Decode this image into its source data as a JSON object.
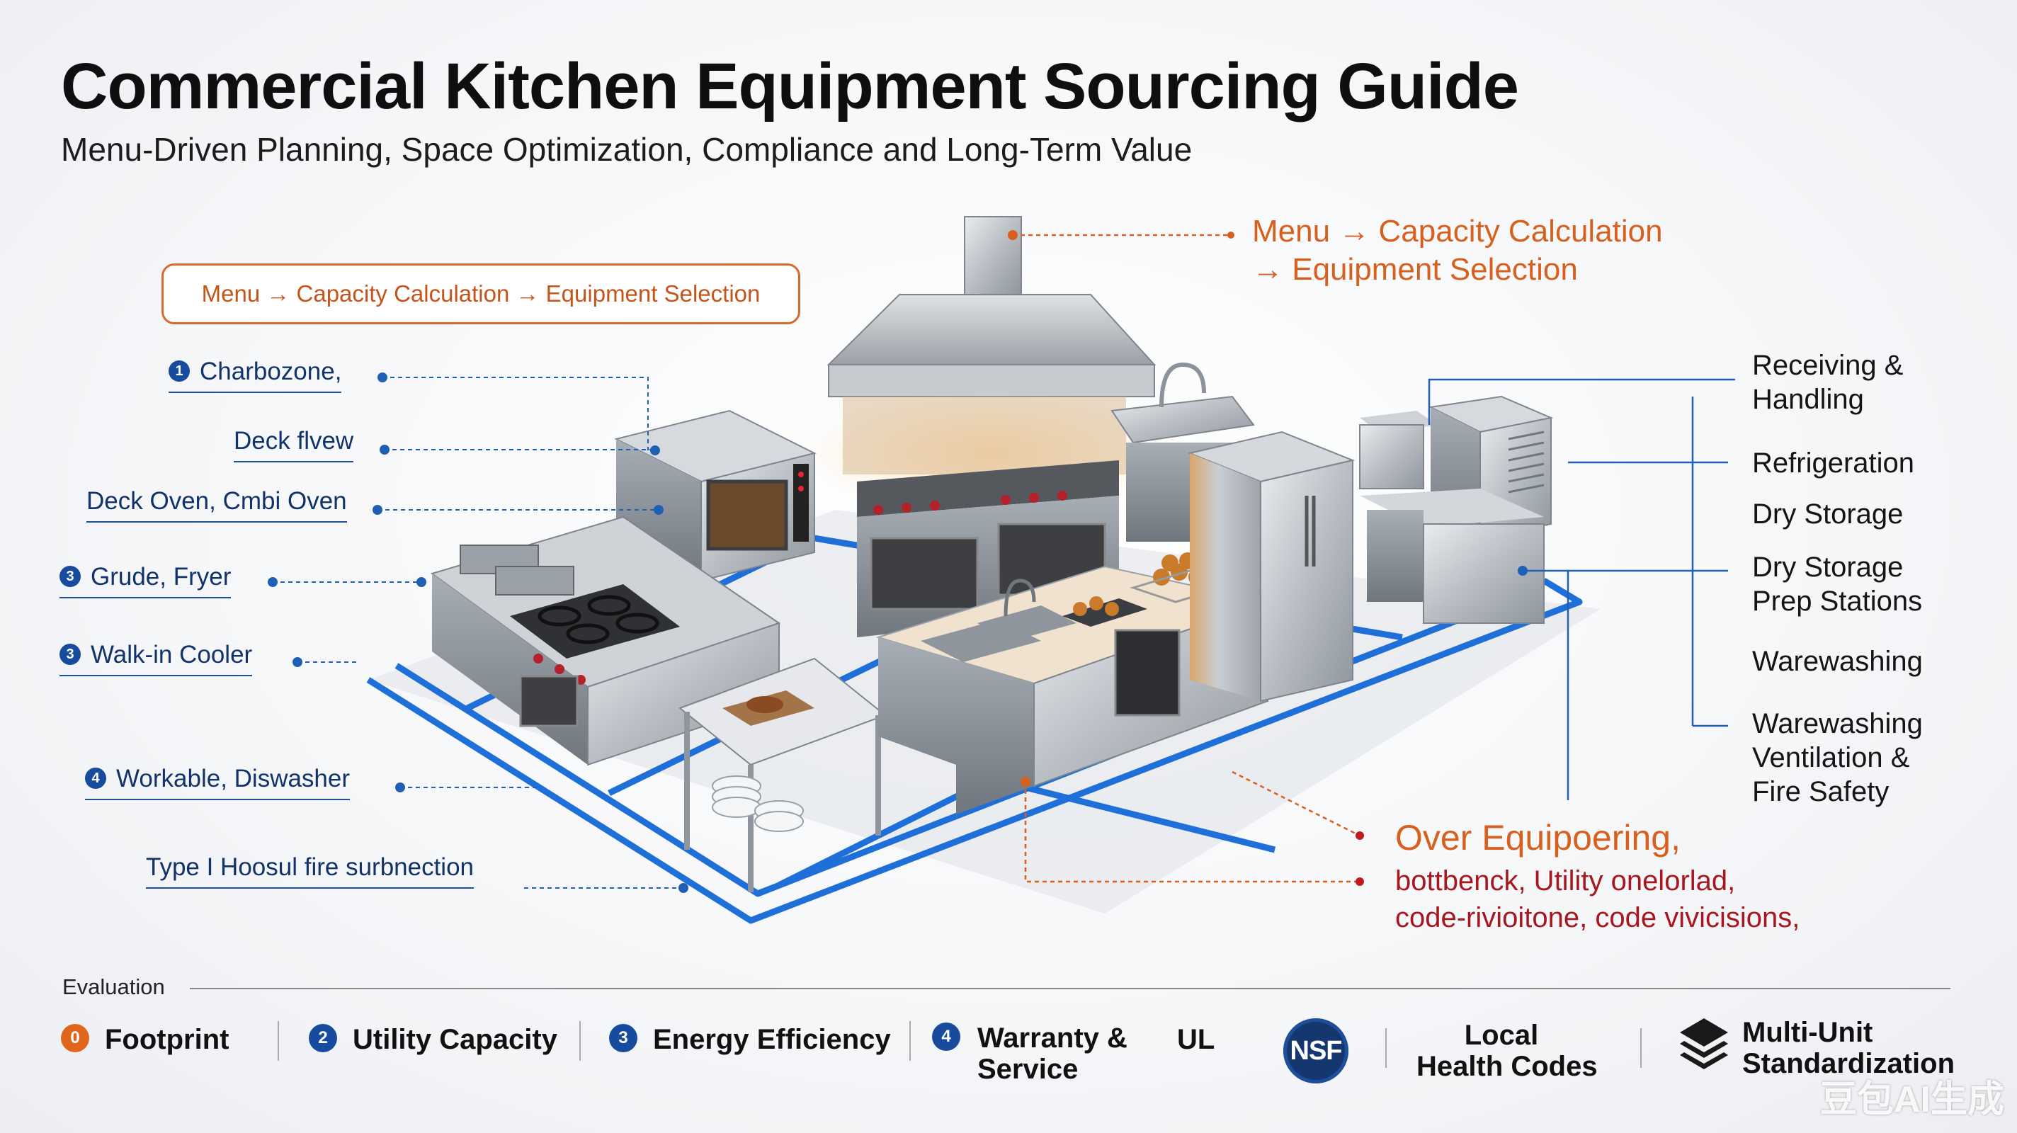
{
  "header": {
    "title": "Commercial Kitchen Equipment Sourcing Guide",
    "subtitle": "Menu-Driven Planning, Space Optimization, Compliance and Long-Term Value"
  },
  "flow_box": {
    "label": "Menu → Capacity Calculation → Equipment Selection"
  },
  "flow_top": {
    "line1": "Menu → Capacity Calculation",
    "line2": "→ Equipment Selection"
  },
  "left_callouts": [
    {
      "num": "1",
      "text": "Charbozone,"
    },
    {
      "num": "",
      "text": "Deck flvew"
    },
    {
      "num": "",
      "text": "Deck Oven, Cmbi Oven"
    },
    {
      "num": "3",
      "text": "Grude, Fryer"
    },
    {
      "num": "3",
      "text": "Walk-in Cooler"
    },
    {
      "num": "4",
      "text": "Workable, Diswasher"
    },
    {
      "num": "",
      "text": "Type I Hoosul fire surbnection"
    }
  ],
  "right_zones": [
    {
      "lines": [
        "Receiving &",
        "Handling"
      ]
    },
    {
      "lines": [
        "Refrigeration"
      ]
    },
    {
      "lines": [
        "Dry Storage"
      ]
    },
    {
      "lines": [
        "Dry Storage",
        "Prep Stations"
      ]
    },
    {
      "lines": [
        "Warewashing"
      ]
    },
    {
      "lines": [
        "Warewashing",
        "Ventilation &",
        "Fire Safety"
      ]
    }
  ],
  "warning": {
    "heading": "Over Equipoering,",
    "line1": "bottbenck, Utility onelorlad,",
    "line2": "code-rivioitone, code vivicisions,"
  },
  "evaluation": {
    "label": "Evaluation",
    "criteria": [
      {
        "badge": "0",
        "label": "Footprint",
        "color": "#e0661c"
      },
      {
        "badge": "2",
        "label": "Utility Capacity",
        "color": "#164b9e"
      },
      {
        "badge": "3",
        "label": "Energy Efficiency",
        "color": "#164b9e"
      },
      {
        "badge": "4",
        "label_line1": "Warranty &",
        "label_line2": "Service",
        "color": "#164b9e"
      }
    ],
    "ul_label": "UL",
    "nsf_label": "NSF",
    "local_line1": "Local",
    "local_line2": "Health Codes",
    "multi_line1": "Multi-Unit",
    "multi_line2": "Standardization"
  },
  "watermark": "豆包AI生成",
  "colors": {
    "accent_orange": "#d8601f",
    "accent_blue": "#164b9e",
    "warning_red": "#a8171f",
    "floor_path": "#1f6fd8"
  }
}
